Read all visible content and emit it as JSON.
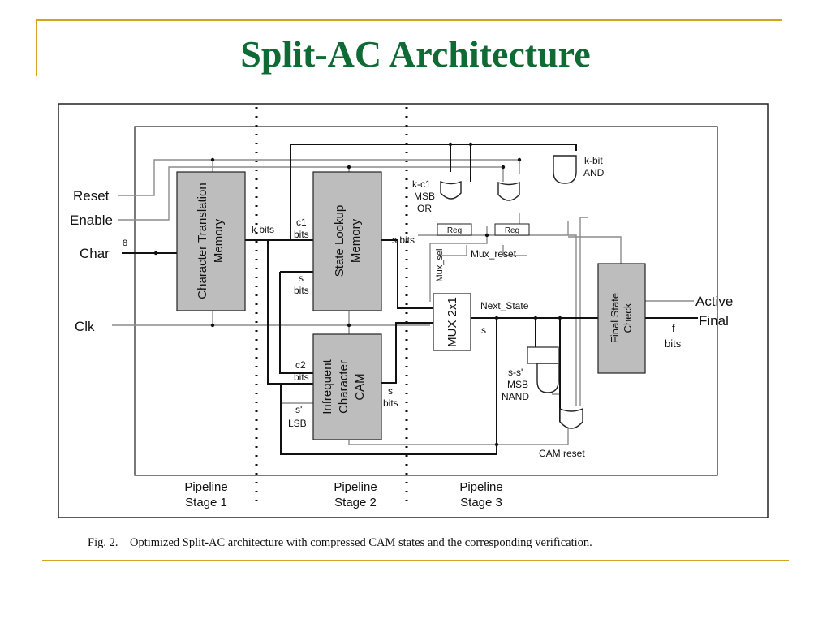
{
  "slide": {
    "title": "Split-AC Architecture",
    "caption": "Fig. 2.    Optimized Split-AC architecture with compressed CAM states and the corresponding verification.",
    "colors": {
      "title": "#0f6a34",
      "rule": "#d6a321",
      "block_fill": "#bdbdbd",
      "line": "#111111",
      "gray_line": "#8c8c8c"
    }
  },
  "diagram": {
    "inputs": {
      "reset": "Reset",
      "enable": "Enable",
      "char": "Char",
      "char_width": "8",
      "clk": "Clk"
    },
    "outputs": {
      "active": "Active",
      "final": "Final",
      "f": "f",
      "f_bits": "bits"
    },
    "blocks": {
      "ctm_line1": "Character Translation",
      "ctm_line2": "Memory",
      "slm_line1": "State Lookup",
      "slm_line2": "Memory",
      "icc_line1": "Infrequent",
      "icc_line2": "Character",
      "icc_line3": "CAM",
      "mux": "MUX 2x1",
      "fsc_line1": "Final State",
      "fsc_line2": "Check",
      "reg1": "Reg",
      "reg2": "Reg"
    },
    "labels": {
      "k_bits": "k bits",
      "c1": "c1",
      "c1_bits": "bits",
      "s_bits_right": "s bits",
      "s": "s",
      "s_bits": "bits",
      "c2": "c2",
      "c2_bits": "bits",
      "s_prime": "s'",
      "lsb": "LSB",
      "cam_s": "s",
      "cam_s_bits": "bits",
      "kc1_line1": "k-c1",
      "kc1_line2": "MSB",
      "kc1_line3": "OR",
      "kbit_line1": "k-bit",
      "kbit_line2": "AND",
      "mux_sel": "Mux_sel",
      "mux_reset": "Mux_reset",
      "next_state": "Next_State",
      "mux_s": "s",
      "ss_line1": "s-s'",
      "ss_line2": "MSB",
      "ss_line3": "NAND",
      "cam_reset": "CAM reset"
    },
    "stages": [
      {
        "line1": "Pipeline",
        "line2": "Stage 1"
      },
      {
        "line1": "Pipeline",
        "line2": "Stage 2"
      },
      {
        "line1": "Pipeline",
        "line2": "Stage 3"
      }
    ]
  }
}
